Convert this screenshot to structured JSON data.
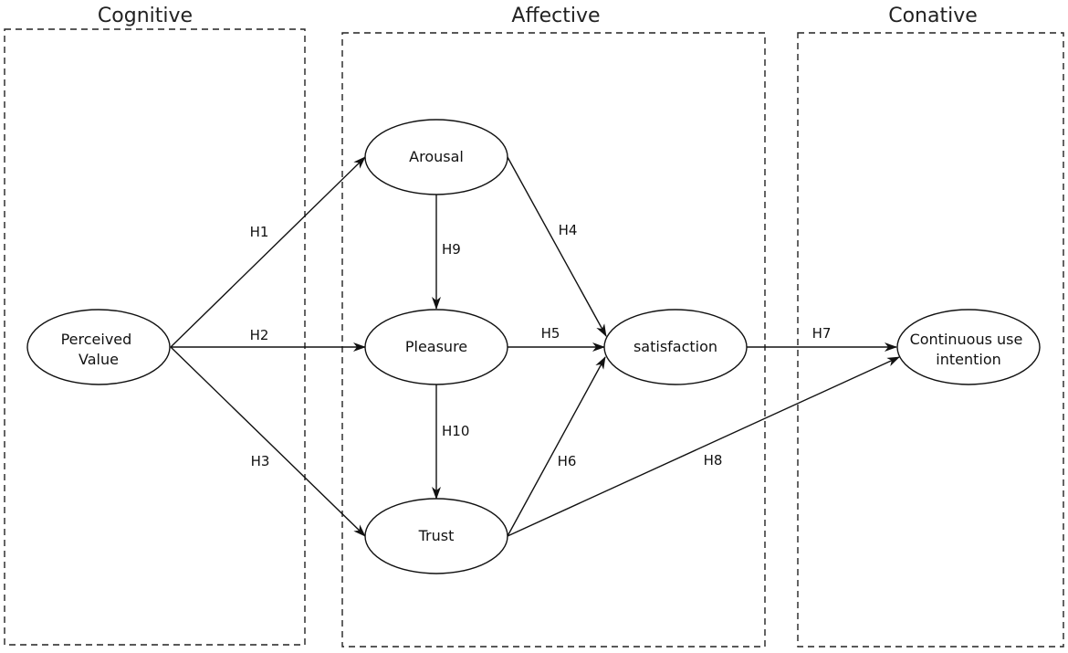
{
  "groups": {
    "cognitive": "Cognitive",
    "affective": "Affective",
    "conative": "Conative"
  },
  "nodes": {
    "perceived_value": [
      "Perceived",
      "Value"
    ],
    "arousal": [
      "Arousal"
    ],
    "pleasure": [
      "Pleasure"
    ],
    "trust": [
      "Trust"
    ],
    "satisfaction": [
      "satisfaction"
    ],
    "continuous_use": [
      "Continuous use",
      "intention"
    ]
  },
  "edges": [
    {
      "id": "h1",
      "from": "perceived_value",
      "to": "arousal",
      "label": "H1"
    },
    {
      "id": "h2",
      "from": "perceived_value",
      "to": "pleasure",
      "label": "H2"
    },
    {
      "id": "h3",
      "from": "perceived_value",
      "to": "trust",
      "label": "H3"
    },
    {
      "id": "h4",
      "from": "arousal",
      "to": "satisfaction",
      "label": "H4"
    },
    {
      "id": "h5",
      "from": "pleasure",
      "to": "satisfaction",
      "label": "H5"
    },
    {
      "id": "h6",
      "from": "trust",
      "to": "satisfaction",
      "label": "H6"
    },
    {
      "id": "h7",
      "from": "satisfaction",
      "to": "continuous_use",
      "label": "H7"
    },
    {
      "id": "h8",
      "from": "trust",
      "to": "continuous_use",
      "label": "H8"
    },
    {
      "id": "h9",
      "from": "arousal",
      "to": "pleasure",
      "label": "H9"
    },
    {
      "id": "h10",
      "from": "pleasure",
      "to": "trust",
      "label": "H10"
    }
  ]
}
